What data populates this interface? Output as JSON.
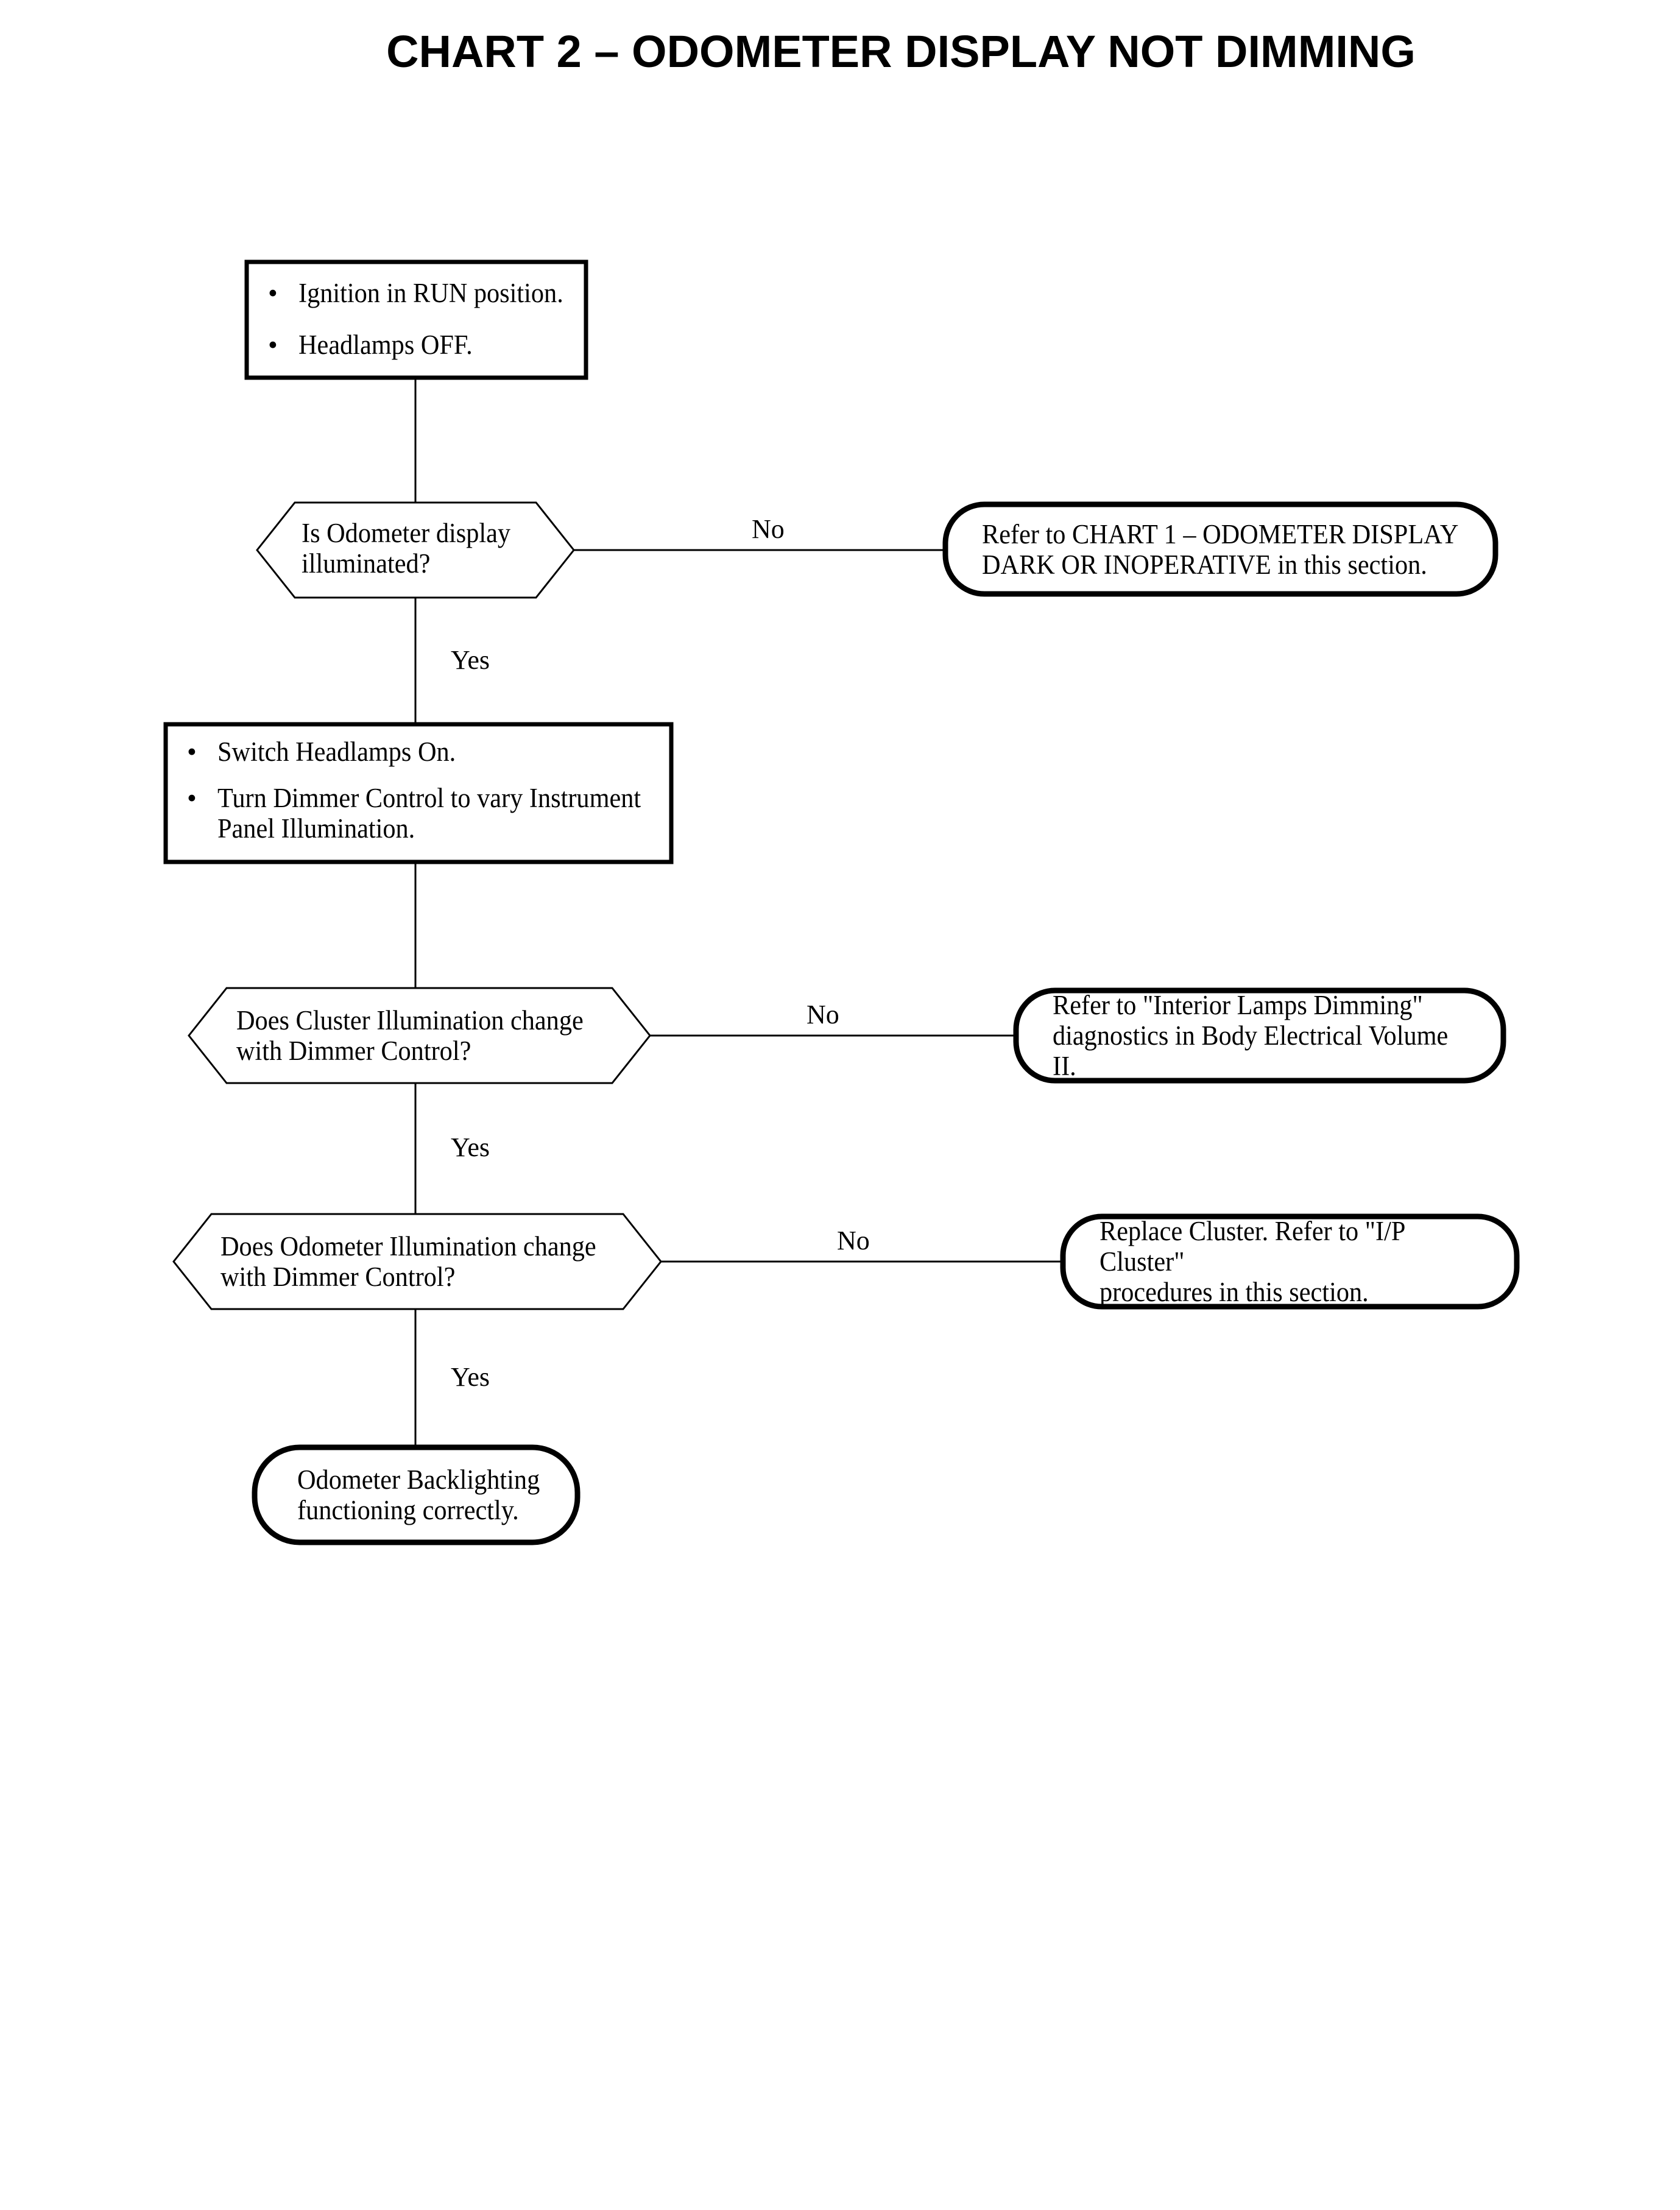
{
  "page": {
    "title": "CHART 2 – ODOMETER DISPLAY NOT DIMMING"
  },
  "labels": {
    "yes": "Yes",
    "no": "No"
  },
  "nodes": {
    "start": {
      "type": "process",
      "items": [
        "Ignition in RUN position.",
        "Headlamps OFF."
      ]
    },
    "q_illuminated": {
      "type": "decision",
      "text": "Is Odometer display\nilluminated?"
    },
    "ref_chart1": {
      "type": "action",
      "text": "Refer to CHART 1 – ODOMETER DISPLAY\nDARK OR INOPERATIVE in this section."
    },
    "do_headlamps": {
      "type": "process",
      "items": [
        "Switch Headlamps On.",
        "Turn Dimmer Control to vary Instrument\nPanel Illumination."
      ]
    },
    "q_cluster": {
      "type": "decision",
      "text": "Does Cluster Illumination change\nwith Dimmer Control?"
    },
    "ref_interior_lamps": {
      "type": "action",
      "text": "Refer to \"Interior Lamps Dimming\"\ndiagnostics in Body Electrical Volume II."
    },
    "q_odometer": {
      "type": "decision",
      "text": "Does Odometer Illumination change\nwith Dimmer Control?"
    },
    "replace_cluster": {
      "type": "action",
      "text": "Replace Cluster. Refer to \"I/P Cluster\"\nprocedures in this section."
    },
    "end": {
      "type": "terminal",
      "text": "Odometer Backlighting\nfunctioning correctly."
    }
  },
  "colors": {
    "ink": "#000000",
    "paper": "#ffffff"
  }
}
